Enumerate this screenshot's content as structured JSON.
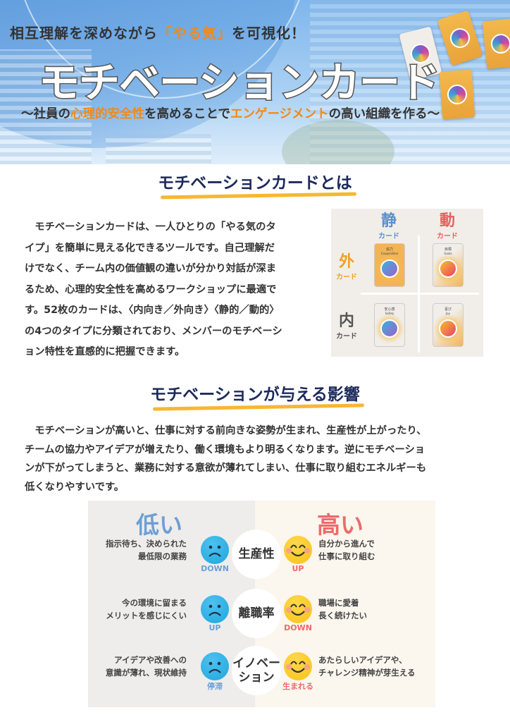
{
  "hero": {
    "kicker_pre": "相互理解を深めながら",
    "kicker_hl": "「やる気」",
    "kicker_post": "を可視化！",
    "title": "モチベーションカード",
    "sub_1": "〜社員の",
    "sub_hl1": "心理的安全性",
    "sub_2": "を高めることで",
    "sub_hl2": "エンゲージメント",
    "sub_3": "の高い組織を作る〜"
  },
  "section1": {
    "heading": "モチベーションカードとは",
    "lines": [
      "　モチベーションカードは、一人ひとりの「やる気のタ",
      "イプ」を簡単に見える化できるツールです。自己理解だ",
      "けでなく、チーム内の価値観の違いが分かり対話が深ま",
      "るため、心理的安全性を高めるワークショップに最適で",
      "す。52枚のカードは、〈内向き／外向き〉〈静的／動的〉",
      "の4つのタイプに分類されており、メンバーのモチベーシ",
      "ョン特性を直感的に把握できます。"
    ],
    "matrix": {
      "static": "静",
      "dynamic": "動",
      "outer": "外",
      "inner": "内",
      "card": "カード",
      "cards": [
        {
          "name": "協力",
          "en": "Cooperation"
        },
        {
          "name": "目標",
          "en": "Goals"
        },
        {
          "name": "安心感",
          "en": "Safety"
        },
        {
          "name": "喜び",
          "en": "Joy"
        }
      ],
      "colors": {
        "static": "#5b8fd0",
        "dynamic": "#e8605f",
        "outer": "#f0a020",
        "inner": "#555555"
      }
    }
  },
  "section2": {
    "heading": "モチベーションが与える影響",
    "lines": [
      "　モチベーションが高いと、仕事に対する前向きな姿勢が生まれ、生産性が上がったり、",
      "チームの協力やアイデアが増えたり、働く環境もより明るくなります。逆にモチベーショ",
      "ンが下がってしまうと、業務に対する意欲が薄れてしまい、仕事に取り組むエネルギーも",
      "低くなりやすいです。"
    ]
  },
  "comparison": {
    "low": "低い",
    "high": "高い",
    "rows": [
      {
        "center_1": "生産性",
        "center_2": "",
        "low_1": "指示待ち、決められた",
        "low_2": "最低限の業務",
        "low_tag": "DOWN",
        "high_tag": "UP",
        "high_1": "自分から進んで",
        "high_2": "仕事に取り組む"
      },
      {
        "center_1": "離職率",
        "center_2": "",
        "low_1": "今の環境に留まる",
        "low_2": "メリットを感じにくい",
        "low_tag": "UP",
        "high_tag": "DOWN",
        "high_1": "職場に愛着",
        "high_2": "長く続けたい"
      },
      {
        "center_1": "イノベー",
        "center_2": "ション",
        "low_1": "アイデアや改善への",
        "low_2": "意識が薄れ、現状維持",
        "low_tag": "停滞",
        "high_tag": "生まれる",
        "high_1": "あたらしいアイデアや、",
        "high_2": "チャレンジ精神が芽生える"
      }
    ],
    "colors": {
      "low": "#6f9fd3",
      "high": "#ec6b6b"
    }
  }
}
